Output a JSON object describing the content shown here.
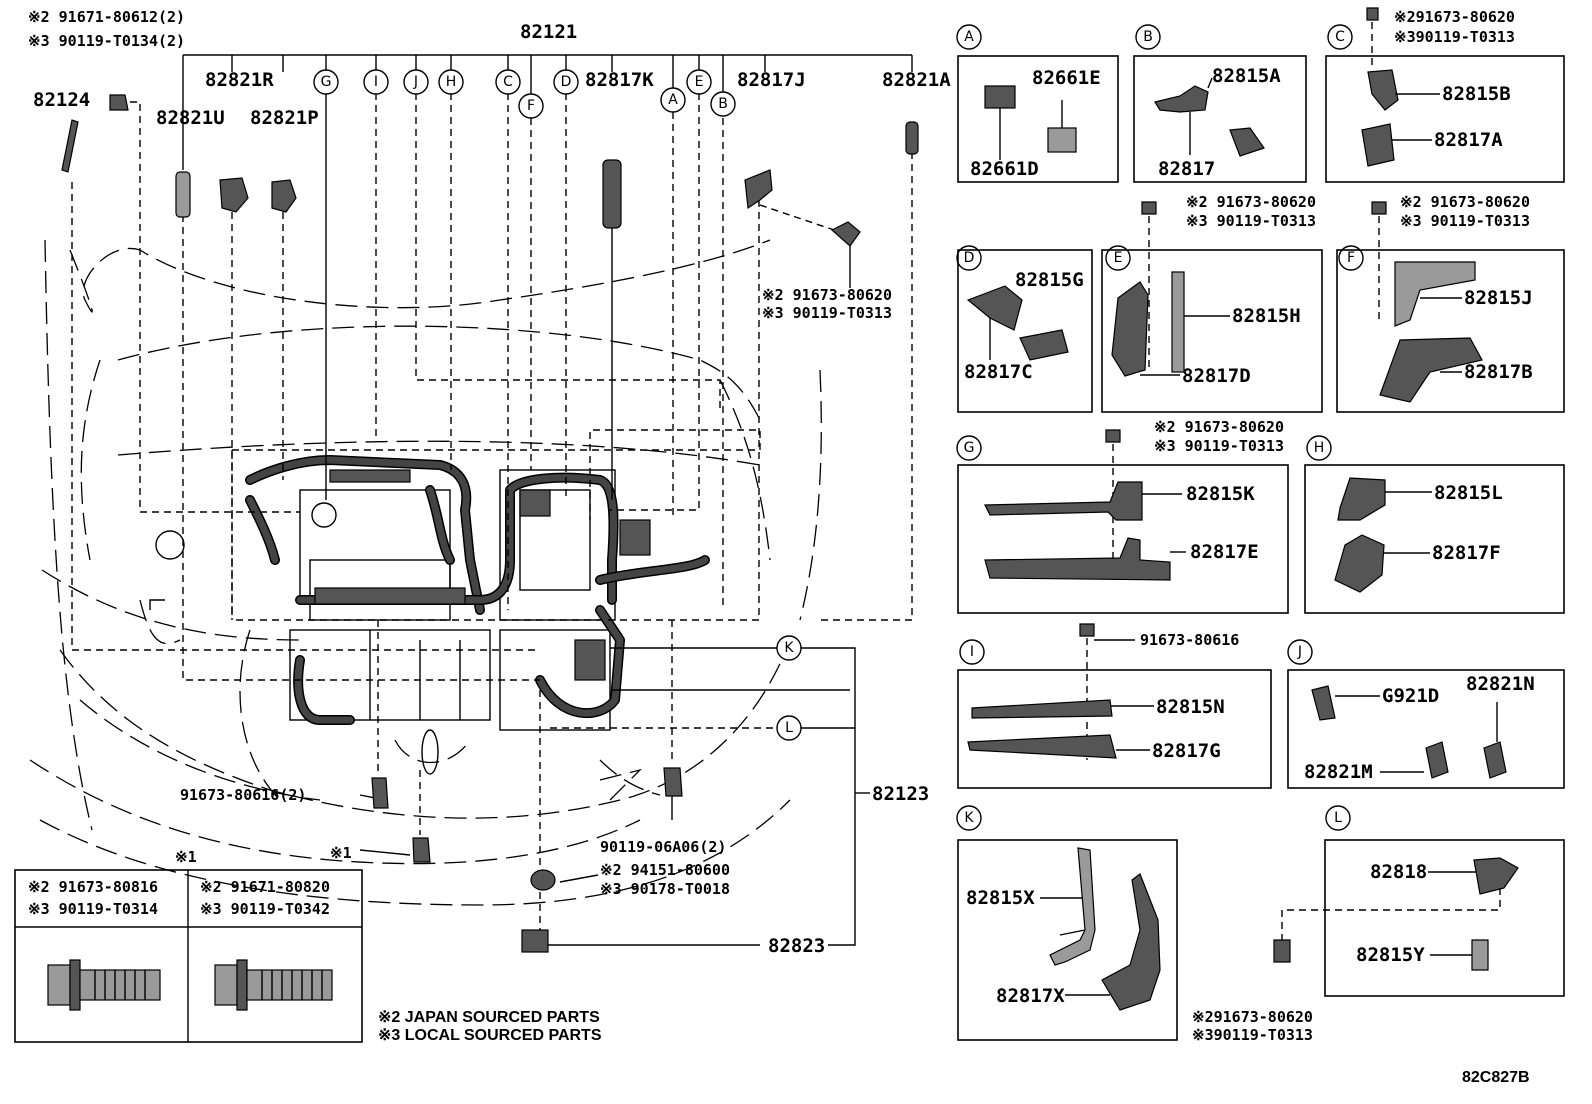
{
  "diagram": {
    "assembly_number": "82121",
    "figure_code": "82C827B",
    "main_labels": {
      "p82124": "82124",
      "p82821R": "82821R",
      "p82821U": "82821U",
      "p82821P": "82821P",
      "p82817K": "82817K",
      "p82817J": "82817J",
      "p82821A": "82821A",
      "p82123": "82123",
      "p82823": "82823",
      "bolt_91673_2": "91673-80616(2)",
      "star1": "※1",
      "bolt_90119_2": "90119-06A06(2)"
    },
    "fastener_notes": {
      "top_left_1": "※2 91671-80612(2)",
      "top_left_2": "※3 90119-T0134(2)",
      "j_bolt_1": "※2 91673-80620",
      "j_bolt_2": "※3 90119-T0313",
      "nut_1": "※2 94151-80600",
      "nut_2": "※3 90178-T0018"
    },
    "callouts": [
      "A",
      "B",
      "C",
      "D",
      "E",
      "F",
      "G",
      "H",
      "I",
      "J",
      "K",
      "L"
    ],
    "detail_panels": {
      "A": {
        "letter": "A",
        "parts": [
          "82661E",
          "82661D"
        ]
      },
      "B": {
        "letter": "B",
        "parts": [
          "82815A",
          "82817"
        ]
      },
      "C": {
        "letter": "C",
        "parts": [
          "82815B",
          "82817A"
        ],
        "note1": "※291673-80620",
        "note2": "※390119-T0313"
      },
      "D": {
        "letter": "D",
        "parts": [
          "82815G",
          "82817C"
        ]
      },
      "E": {
        "letter": "E",
        "parts": [
          "82815H",
          "82817D"
        ],
        "note1": "※2 91673-80620",
        "note2": "※3 90119-T0313"
      },
      "F": {
        "letter": "F",
        "parts": [
          "82815J",
          "82817B"
        ],
        "note1": "※2 91673-80620",
        "note2": "※3 90119-T0313"
      },
      "G": {
        "letter": "G",
        "parts": [
          "82815K",
          "82817E"
        ],
        "note1": "※2 91673-80620",
        "note2": "※3 90119-T0313"
      },
      "H": {
        "letter": "H",
        "parts": [
          "82815L",
          "82817F"
        ]
      },
      "I": {
        "letter": "I",
        "parts": [
          "82815N",
          "82817G"
        ],
        "note1": "91673-80616"
      },
      "J": {
        "letter": "J",
        "parts": [
          "G921D",
          "82821N",
          "82821M"
        ]
      },
      "K": {
        "letter": "K",
        "parts": [
          "82815X",
          "82817X"
        ]
      },
      "L": {
        "letter": "L",
        "parts": [
          "82818",
          "82815Y"
        ],
        "note1": "※291673-80620",
        "note2": "※390119-T0313"
      }
    },
    "legend_table": {
      "title": "※1",
      "col1_line1": "※2 91673-80816",
      "col1_line2": "※3 90119-T0314",
      "col2_line1": "※2 91671-80820",
      "col2_line2": "※3 90119-T0342"
    },
    "footnotes": {
      "japan": "※2 JAPAN SOURCED PARTS",
      "local": "※3 LOCAL SOURCED PARTS"
    }
  }
}
